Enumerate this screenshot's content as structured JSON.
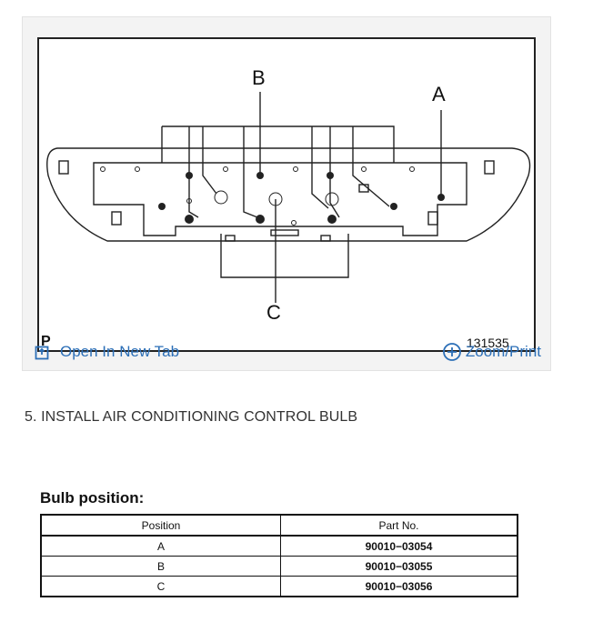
{
  "figure": {
    "labels": {
      "a": "A",
      "b": "B",
      "c": "C"
    },
    "corner_letter": "P",
    "figure_id": "131535"
  },
  "figure_actions": {
    "open_tab_label": "Open In New Tab",
    "zoom_print_label": "Zoom/Print",
    "open_tab_icon": "external-link-icon",
    "zoom_icon": "plus-circle-icon"
  },
  "step": {
    "heading": "5. INSTALL AIR CONDITIONING CONTROL BULB"
  },
  "table": {
    "title": "Bulb position:",
    "headers": [
      "Position",
      "Part No."
    ],
    "rows": [
      [
        "A",
        "90010−03054"
      ],
      [
        "B",
        "90010−03055"
      ],
      [
        "C",
        "90010−03056"
      ]
    ]
  },
  "colors": {
    "link": "#2c6fb7",
    "card_bg": "#f3f3f3"
  }
}
